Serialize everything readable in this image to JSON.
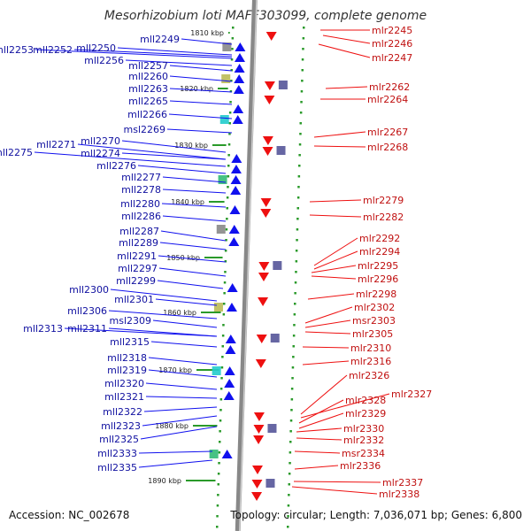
{
  "title": "Mesorhizobium loti MAFF303099, complete genome",
  "footer": {
    "accession": "Accession: NC_002678",
    "topology": "Topology: circular; Length: 7,036,071 bp; Genes: 6,800"
  },
  "colors": {
    "forward": "#1010ee",
    "reverse": "#ee1010",
    "left_label": "#1010a0",
    "right_label": "#c01010",
    "backbone": "#888888",
    "tick": "#2a9a2a"
  },
  "scale": {
    "ticks": [
      "1810 kbp",
      "1820 kbp",
      "1830 kbp",
      "1840 kbp",
      "1850 kbp",
      "1860 kbp",
      "1870 kbp",
      "1880 kbp",
      "1890 kbp"
    ]
  },
  "left_genes": [
    "mll2249",
    "mll2253",
    "mll2252",
    "mll2250",
    "mll2256",
    "mll2257",
    "mll2260",
    "mll2263",
    "mll2265",
    "mll2266",
    "msl2269",
    "mll2271",
    "mll2270",
    "mll2275",
    "mll2274",
    "mll2276",
    "mll2277",
    "mll2278",
    "mll2280",
    "mll2286",
    "mll2287",
    "mll2289",
    "mll2291",
    "mll2297",
    "mll2299",
    "mll2300",
    "mll2301",
    "mll2306",
    "msl2309",
    "mll2313",
    "mll2311",
    "mll2315",
    "mll2318",
    "mll2319",
    "mll2320",
    "mll2321",
    "mll2322",
    "mll2323",
    "mll2325",
    "mll2333",
    "mll2335"
  ],
  "right_genes": [
    "mlr2245",
    "mlr2246",
    "mlr2247",
    "mlr2262",
    "mlr2264",
    "mlr2267",
    "mlr2268",
    "mlr2279",
    "mlr2282",
    "mlr2292",
    "mlr2294",
    "mlr2295",
    "mlr2296",
    "mlr2298",
    "mlr2302",
    "msr2303",
    "mlr2305",
    "mlr2310",
    "mlr2316",
    "mlr2326",
    "mlr2327",
    "mlr2328",
    "mlr2329",
    "mlr2330",
    "mlr2332",
    "msr2334",
    "mlr2336",
    "mlr2337",
    "mlr2338"
  ]
}
